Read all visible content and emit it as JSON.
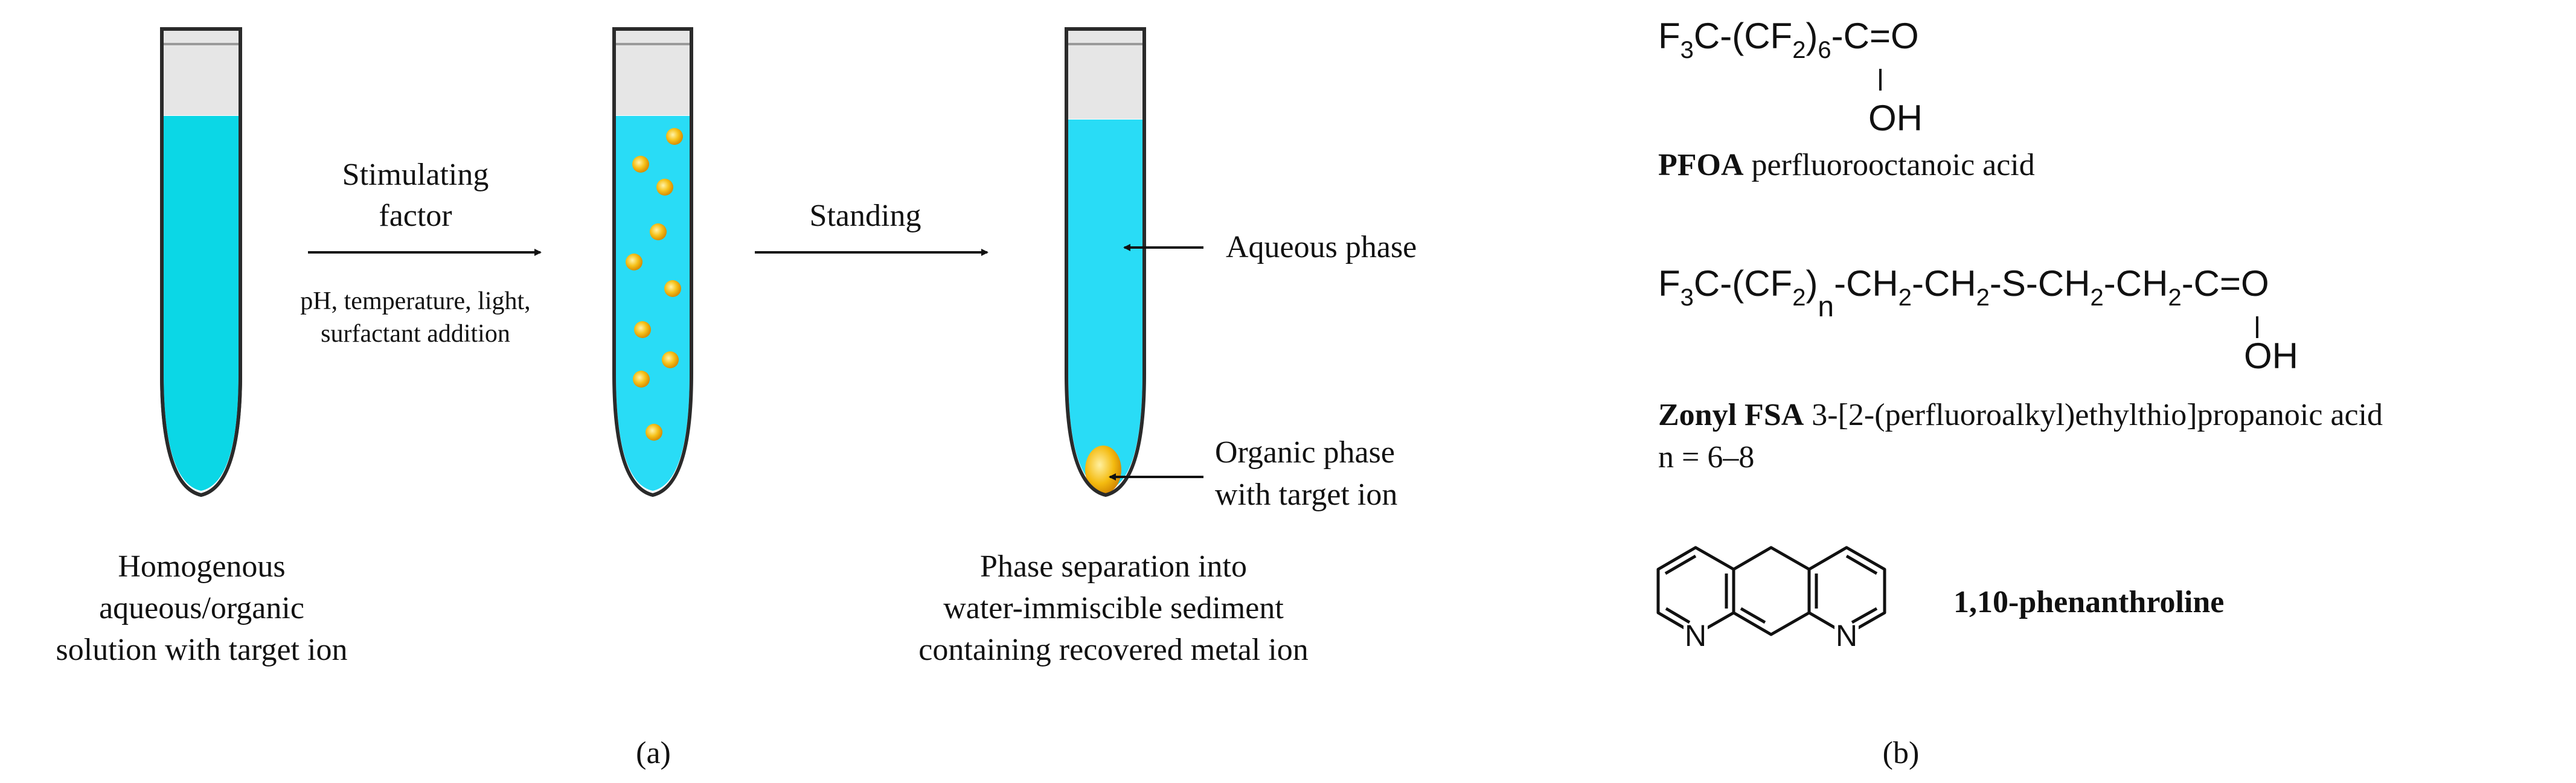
{
  "panel_a": {
    "step1_label_line1": "Stimulating",
    "step1_label_line2": "factor",
    "step1_note_line1": "pH, temperature, light,",
    "step1_note_line2": "surfactant addition",
    "step2_label": "Standing",
    "aqueous_label": "Aqueous phase",
    "organic_label_line1": "Organic phase",
    "organic_label_line2": "with target ion",
    "caption1_line1": "Homogenous",
    "caption1_line2": "aqueous/organic",
    "caption1_line3": "solution with target ion",
    "caption2_line1": "Phase separation into",
    "caption2_line2": "water-immiscible sediment",
    "caption2_line3": "containing recovered metal ion",
    "panel_label": "(a)",
    "colors": {
      "liquid_1": "#0bd7e6",
      "liquid_2": "#29dcf6",
      "droplet": "#f6c21c",
      "tube_outline": "#2a2a2a"
    }
  },
  "panel_b": {
    "pfoa": {
      "f3c": "F",
      "sub3": "3",
      "chain_a": "C-(CF",
      "sub2": "2",
      "sub6": "6",
      "chain_b": ")",
      "tail": "-C=O",
      "oh": "OH",
      "name_bold": "PFOA",
      "name_rest": " perfluorooctanoic acid"
    },
    "zonyl": {
      "p1": "F",
      "s1": "3",
      "p2": "C-(CF",
      "s2": "2",
      "p3": ")",
      "sn": "n",
      "p4": "-CH",
      "s4": "2",
      "p5": "-CH",
      "s5": "2",
      "p6": "-S-CH",
      "s6": "2",
      "p7": "-CH",
      "s7": "2",
      "p8": "-C=O",
      "oh": "OH",
      "name_bold": "Zonyl FSA",
      "name_rest": " 3-[2-(perfluoroalkyl)ethylthio]propanoic acid",
      "range": "n = 6–8"
    },
    "phen": {
      "n_left": "N",
      "n_right": "N",
      "name": "1,10-phenanthroline"
    },
    "panel_label": "(b)"
  }
}
